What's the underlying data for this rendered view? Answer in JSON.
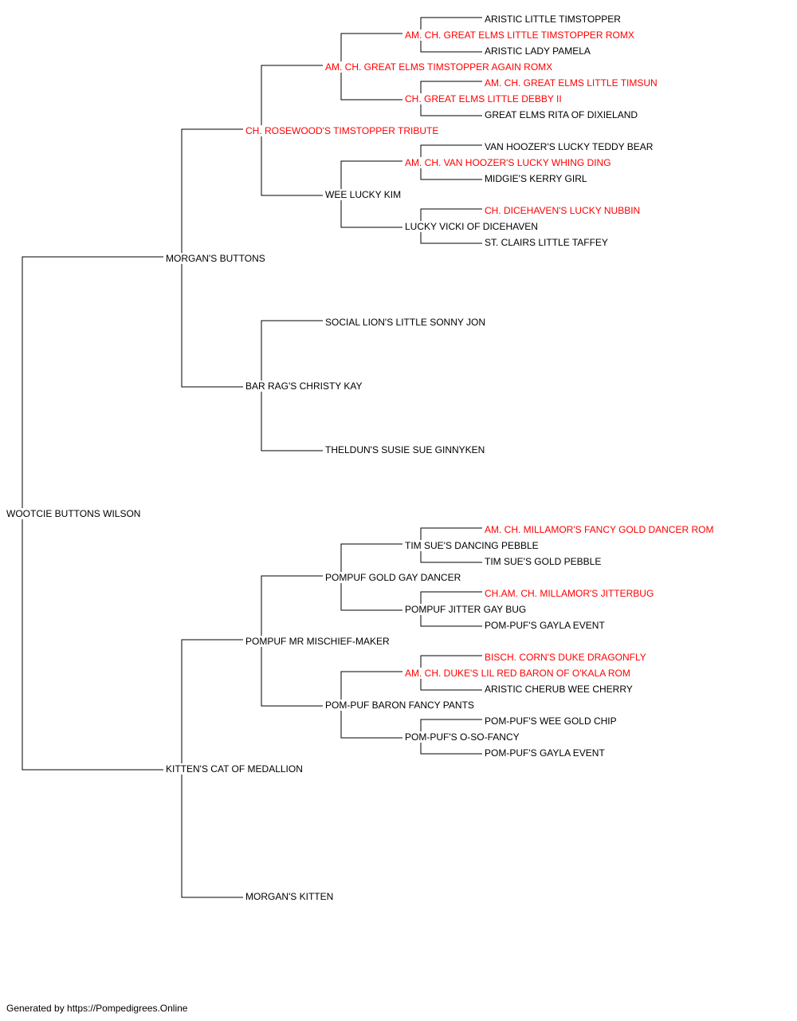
{
  "colors": {
    "normal": "#000000",
    "champion": "#ff0000",
    "lines": "#000000"
  },
  "pedigree": {
    "subject": {
      "name": "WOOTCIE BUTTONS WILSON",
      "champion": false
    },
    "sire": {
      "name": "MORGAN'S BUTTONS",
      "champion": false
    },
    "dam": {
      "name": "KITTEN'S CAT OF MEDALLION",
      "champion": false
    },
    "sire_sire": {
      "name": "CH. ROSEWOOD'S TIMSTOPPER TRIBUTE",
      "champion": true
    },
    "sire_dam": {
      "name": "BAR RAG'S CHRISTY KAY",
      "champion": false
    },
    "dam_sire": {
      "name": "POMPUF MR MISCHIEF-MAKER",
      "champion": false
    },
    "dam_dam": {
      "name": "MORGAN'S KITTEN",
      "champion": false
    },
    "sss": {
      "name": "AM. CH. GREAT ELMS TIMSTOPPER AGAIN ROMX",
      "champion": true
    },
    "ssd": {
      "name": "WEE LUCKY KIM",
      "champion": false
    },
    "sds": {
      "name": "SOCIAL LION'S LITTLE SONNY JON",
      "champion": false
    },
    "sdd": {
      "name": "THELDUN'S SUSIE SUE GINNYKEN",
      "champion": false
    },
    "dss": {
      "name": "POMPUF GOLD GAY DANCER",
      "champion": false
    },
    "dsd": {
      "name": "POM-PUF BARON FANCY PANTS",
      "champion": false
    },
    "ssss": {
      "name": "AM. CH. GREAT ELMS LITTLE TIMSTOPPER ROMX",
      "champion": true
    },
    "sssd": {
      "name": "CH. GREAT ELMS LITTLE DEBBY II",
      "champion": true
    },
    "ssds": {
      "name": "AM. CH. VAN HOOZER'S LUCKY WHING DING",
      "champion": true
    },
    "ssdd": {
      "name": "LUCKY VICKI OF DICEHAVEN",
      "champion": false
    },
    "dsss": {
      "name": "TIM SUE'S DANCING PEBBLE",
      "champion": false
    },
    "dssd": {
      "name": "POMPUF JITTER GAY BUG",
      "champion": false
    },
    "dsds": {
      "name": "AM. CH. DUKE'S LIL RED BARON OF O'KALA ROM",
      "champion": true
    },
    "dsdd": {
      "name": "POM-PUF'S O-SO-FANCY",
      "champion": false
    },
    "sssss": {
      "name": "ARISTIC LITTLE TIMSTOPPER",
      "champion": false
    },
    "ssssd": {
      "name": "ARISTIC LADY PAMELA",
      "champion": false
    },
    "sssds": {
      "name": "AM. CH. GREAT ELMS LITTLE TIMSUN",
      "champion": true
    },
    "sssdd": {
      "name": "GREAT ELMS RITA OF DIXIELAND",
      "champion": false
    },
    "ssdss": {
      "name": "VAN HOOZER'S LUCKY TEDDY BEAR",
      "champion": false
    },
    "ssdsd": {
      "name": "MIDGIE'S KERRY GIRL",
      "champion": false
    },
    "ssdds": {
      "name": "CH. DICEHAVEN'S LUCKY NUBBIN",
      "champion": true
    },
    "ssddd": {
      "name": "ST. CLAIRS LITTLE TAFFEY",
      "champion": false
    },
    "dssss": {
      "name": "AM. CH. MILLAMOR'S FANCY GOLD DANCER ROM",
      "champion": true
    },
    "dsssd": {
      "name": "TIM SUE'S GOLD PEBBLE",
      "champion": false
    },
    "dssds": {
      "name": "CH.AM. CH. MILLAMOR'S JITTERBUG",
      "champion": true
    },
    "dssdd": {
      "name": "POM-PUF'S GAYLA EVENT",
      "champion": false
    },
    "dsdss": {
      "name": "BISCH. CORN'S DUKE DRAGONFLY",
      "champion": true
    },
    "dsdsd": {
      "name": "ARISTIC CHERUB WEE CHERRY",
      "champion": false
    },
    "dsdds": {
      "name": "POM-PUF'S WEE GOLD CHIP",
      "champion": false
    },
    "dsddd": {
      "name": "POM-PUF'S GAYLA EVENT",
      "champion": false
    }
  },
  "footer": "Generated by https://Pompedigrees.Online"
}
